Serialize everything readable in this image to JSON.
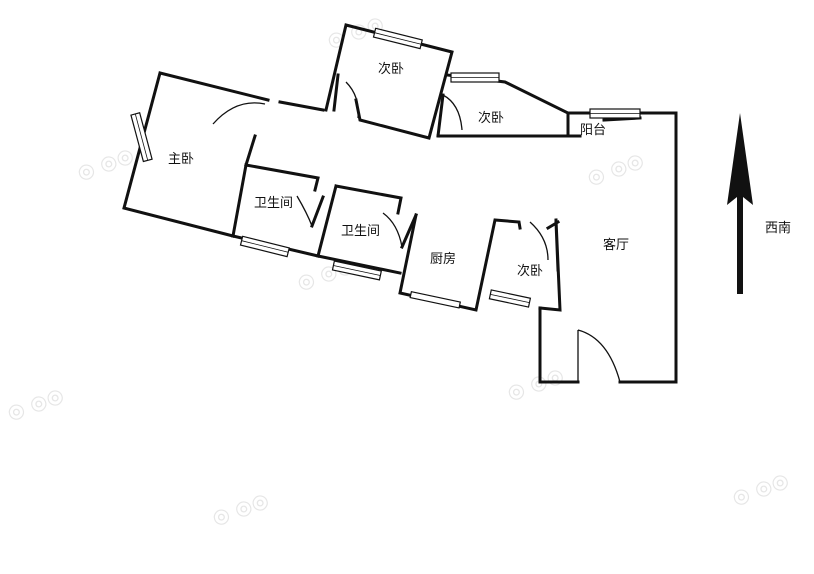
{
  "rooms": {
    "master_bedroom": "主卧",
    "second_bedroom_top": "次卧",
    "second_bedroom_right": "次卧",
    "second_bedroom_bottom": "次卧",
    "bathroom_1": "卫生间",
    "bathroom_2": "卫生间",
    "kitchen": "厨房",
    "living_room": "客厅",
    "balcony": "阳台"
  },
  "compass": {
    "direction_label": "西南",
    "arrow_icon": "north-arrow-icon"
  },
  "colors": {
    "walls": "#111111",
    "background": "#ffffff",
    "watermark": "#e6e6e6"
  }
}
